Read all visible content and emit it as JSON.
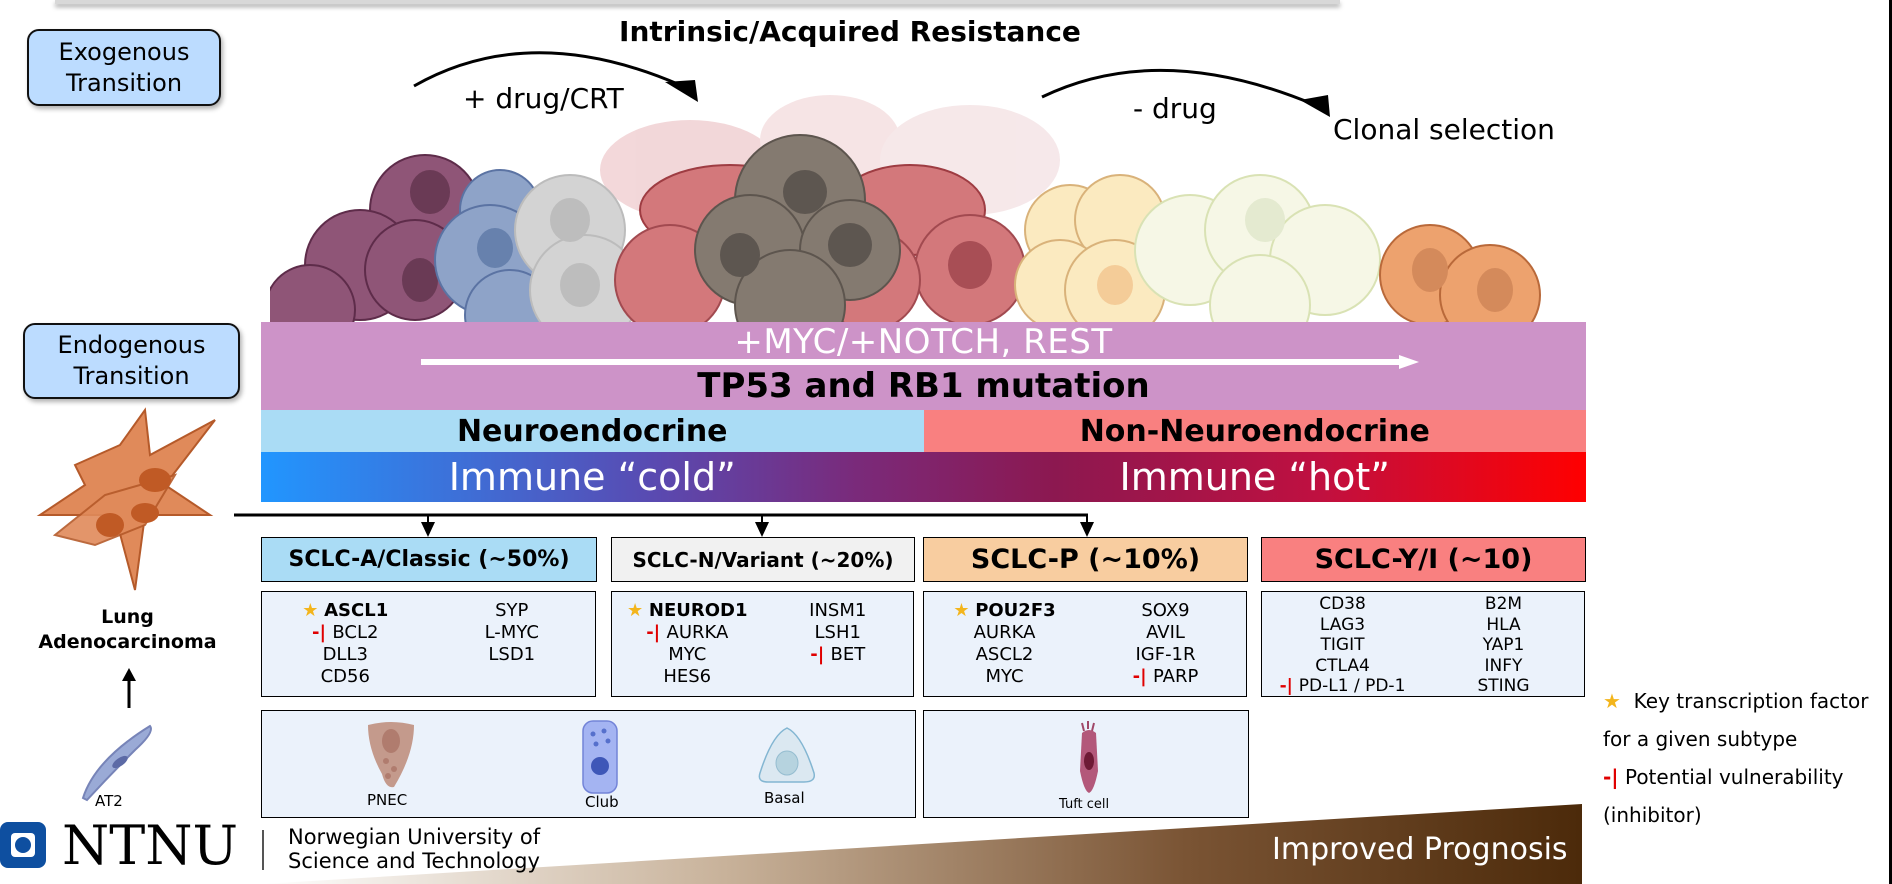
{
  "title": "Intrinsic/Acquired Resistance",
  "pills": {
    "exogenous": [
      "Exogenous",
      "Transition"
    ],
    "endogenous": [
      "Endogenous",
      "Transition"
    ]
  },
  "arrows": {
    "treatment": "+ drug/CRT",
    "withdrawal": "- drug",
    "outcome": "Clonal selection"
  },
  "bands": {
    "drivers": "+MYC/+NOTCH, REST",
    "mutation": "TP53 and RB1 mutation",
    "neuro": "Neuroendocrine",
    "non_neuro": "Non-Neuroendocrine",
    "immune_cold": "Immune “cold”",
    "immune_hot": "Immune “hot”"
  },
  "origin": {
    "label_line1": "Lung",
    "label_line2": "Adenocarcinoma",
    "cell": "AT2"
  },
  "subtypes": [
    {
      "name": "SCLC-A/Classic (~50%)",
      "color": "#aadcf5",
      "col1": [
        {
          "t": "ASCL1",
          "key": true
        },
        {
          "t": "BCL2",
          "inh": true
        },
        {
          "t": "DLL3"
        },
        {
          "t": "CD56"
        }
      ],
      "col2": [
        {
          "t": "SYP"
        },
        {
          "t": "L-MYC"
        },
        {
          "t": "LSD1"
        }
      ]
    },
    {
      "name": "SCLC-N/Variant (~20%)",
      "color": "#f1f1f1",
      "col1": [
        {
          "t": "NEUROD1",
          "key": true
        },
        {
          "t": "AURKA",
          "inh": true
        },
        {
          "t": "MYC"
        },
        {
          "t": "HES6"
        }
      ],
      "col2": [
        {
          "t": "INSM1"
        },
        {
          "t": "LSH1"
        },
        {
          "t": "BET",
          "inh": true
        }
      ]
    },
    {
      "name": "SCLC-P (~10%)",
      "color": "#f8cda0",
      "col1": [
        {
          "t": "POU2F3",
          "key": true
        },
        {
          "t": "AURKA"
        },
        {
          "t": "ASCL2"
        },
        {
          "t": "MYC"
        }
      ],
      "col2": [
        {
          "t": "SOX9"
        },
        {
          "t": "AVIL"
        },
        {
          "t": "IGF-1R"
        },
        {
          "t": "PARP",
          "inh": true
        }
      ]
    },
    {
      "name": "SCLC-Y/I (~10)",
      "color": "#f98080",
      "col1": [
        {
          "t": "CD38"
        },
        {
          "t": "LAG3"
        },
        {
          "t": "TIGIT"
        },
        {
          "t": "CTLA4"
        },
        {
          "t": "PD-L1 / PD-1",
          "inh": true
        }
      ],
      "col2": [
        {
          "t": "B2M"
        },
        {
          "t": "HLA"
        },
        {
          "t": "YAP1"
        },
        {
          "t": "INFY"
        },
        {
          "t": "STING"
        }
      ]
    }
  ],
  "cells_of_origin": {
    "neuro": [
      "PNEC",
      "Club",
      "Basal"
    ],
    "tuft": "Tuft cell"
  },
  "prognosis": "Improved Prognosis",
  "legend": {
    "key_line1": "Key transcription factor",
    "key_line2": "for a given subtype",
    "inh_line1": "Potential vulnerability",
    "inh_line2": "(inhibitor)",
    "inh_symbol": "-|"
  },
  "branding": {
    "logo": "NTNU",
    "line1": "Norwegian University of",
    "line2": "Science and Technology"
  }
}
